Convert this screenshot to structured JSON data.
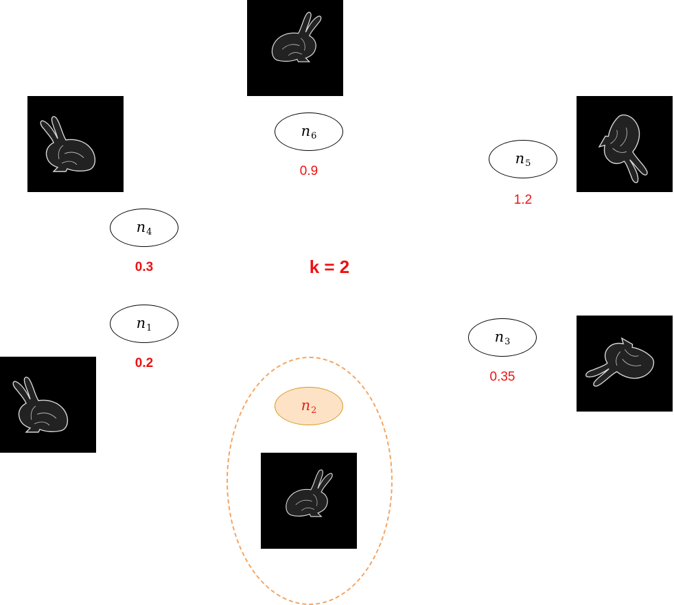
{
  "k_label": "k = 2",
  "colors": {
    "distance": "#ee1111",
    "selected_fill": "#fde2c6",
    "selected_border": "#d49a1e",
    "selection_ring": "#f4a460"
  },
  "nodes": [
    {
      "id": "n6",
      "base": "n",
      "sub": "6",
      "distance": "0.9",
      "selected": false
    },
    {
      "id": "n5",
      "base": "n",
      "sub": "5",
      "distance": "1.2",
      "selected": false
    },
    {
      "id": "n4",
      "base": "n",
      "sub": "4",
      "distance": "0.3",
      "selected": false
    },
    {
      "id": "n1",
      "base": "n",
      "sub": "1",
      "distance": "0.2",
      "selected": false
    },
    {
      "id": "n3",
      "base": "n",
      "sub": "3",
      "distance": "0.35",
      "selected": false
    },
    {
      "id": "n2",
      "base": "n",
      "sub": "2",
      "selected": true
    }
  ]
}
